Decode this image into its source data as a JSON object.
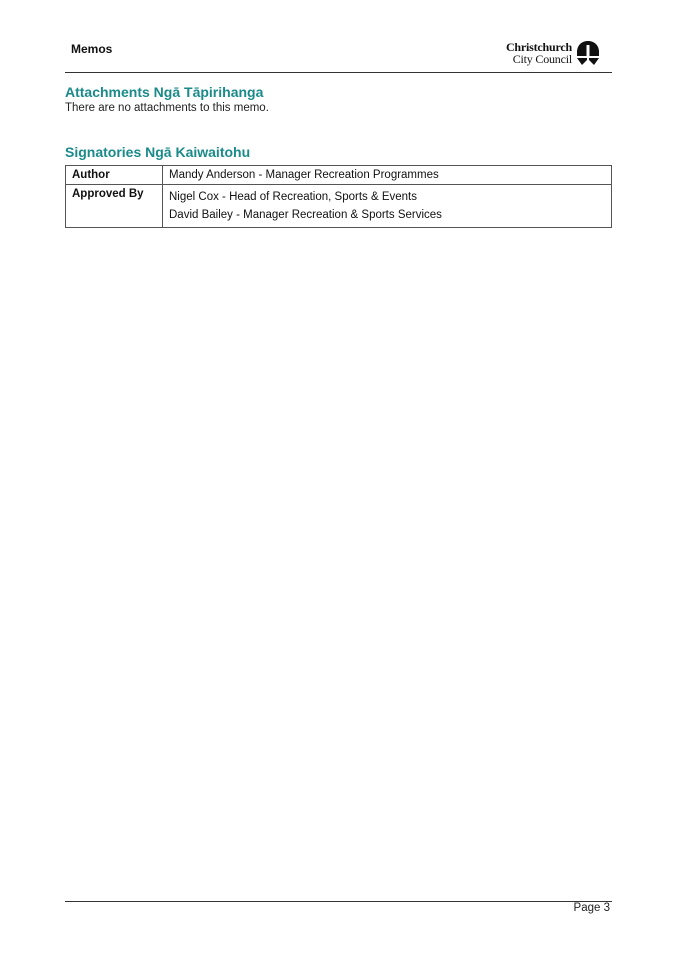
{
  "header": {
    "title": "Memos",
    "logo_line1": "Christchurch",
    "logo_line2": "City Council"
  },
  "attachments": {
    "heading": "Attachments Ngā Tāpirihanga",
    "text": "There are no attachments to this memo."
  },
  "signatories": {
    "heading": "Signatories Ngā Kaiwaitohu",
    "rows": [
      {
        "label": "Author",
        "values": [
          "Mandy Anderson - Manager Recreation Programmes"
        ]
      },
      {
        "label": "Approved By",
        "values": [
          "Nigel Cox - Head of Recreation, Sports & Events",
          "David Bailey - Manager Recreation & Sports Services"
        ]
      }
    ]
  },
  "footer": {
    "page": "Page 3"
  },
  "colors": {
    "heading": "#1a8a8a",
    "rule": "#333333"
  },
  "icons": {
    "logo": "christchurch-city-council-logo-icon"
  }
}
